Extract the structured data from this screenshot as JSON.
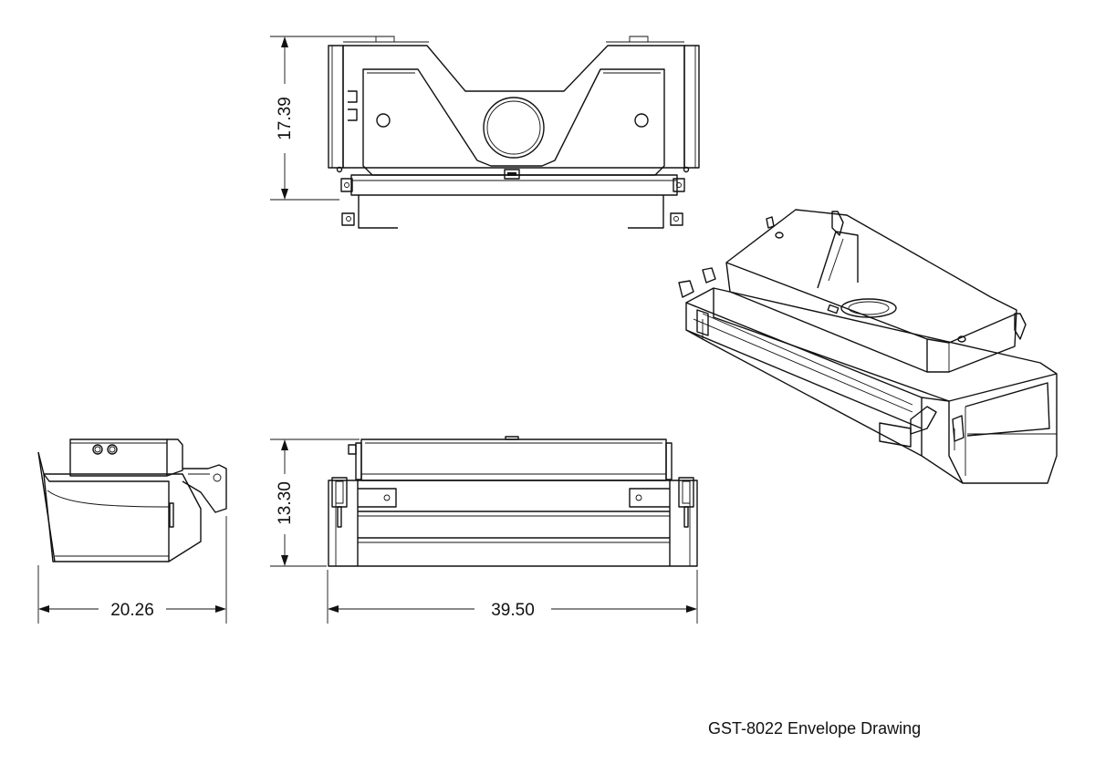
{
  "drawing": {
    "caption": "GST-8022 Envelope Drawing",
    "views": {
      "top": {
        "dimension_label": "17.39"
      },
      "front": {
        "height_label": "13.30",
        "width_label": "39.50"
      },
      "side": {
        "width_label": "20.26"
      },
      "iso": {}
    }
  }
}
